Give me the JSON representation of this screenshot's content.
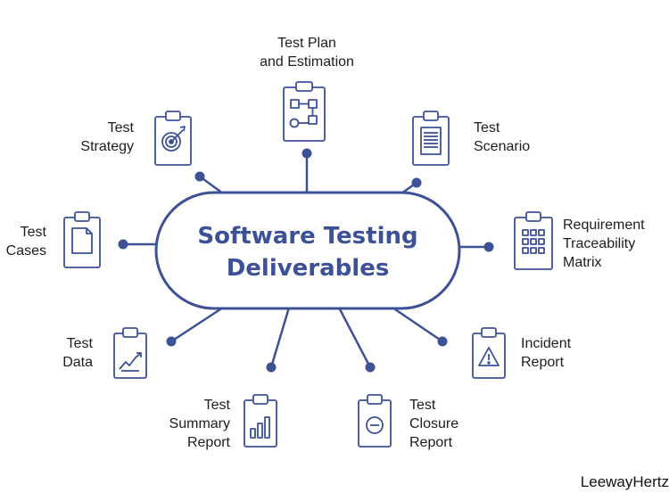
{
  "center": {
    "line1": "Software Testing",
    "line2": "Deliverables"
  },
  "items": [
    {
      "id": "test-plan",
      "icon": "flowchart-clipboard-icon",
      "lines": [
        "Test Plan",
        "and Estimation"
      ]
    },
    {
      "id": "test-scenario",
      "icon": "document-clipboard-icon",
      "lines": [
        "Test",
        "Scenario"
      ]
    },
    {
      "id": "rtm",
      "icon": "grid-clipboard-icon",
      "lines": [
        "Requirement",
        "Traceability",
        "Matrix"
      ]
    },
    {
      "id": "incident-report",
      "icon": "warning-clipboard-icon",
      "lines": [
        "Incident",
        "Report"
      ]
    },
    {
      "id": "test-closure",
      "icon": "minus-circle-clipboard-icon",
      "lines": [
        "Test",
        "Closure",
        "Report"
      ]
    },
    {
      "id": "test-summary",
      "icon": "bar-chart-clipboard-icon",
      "lines": [
        "Test",
        "Summary",
        "Report"
      ]
    },
    {
      "id": "test-data",
      "icon": "trend-chart-clipboard-icon",
      "lines": [
        "Test",
        "Data"
      ]
    },
    {
      "id": "test-cases",
      "icon": "page-clipboard-icon",
      "lines": [
        "Test",
        "Cases"
      ]
    },
    {
      "id": "test-strategy",
      "icon": "target-clipboard-icon",
      "lines": [
        "Test",
        "Strategy"
      ]
    }
  ],
  "brand": "LeewayHertz",
  "colors": {
    "primary": "#3d5196",
    "text": "#1d1d1d"
  }
}
